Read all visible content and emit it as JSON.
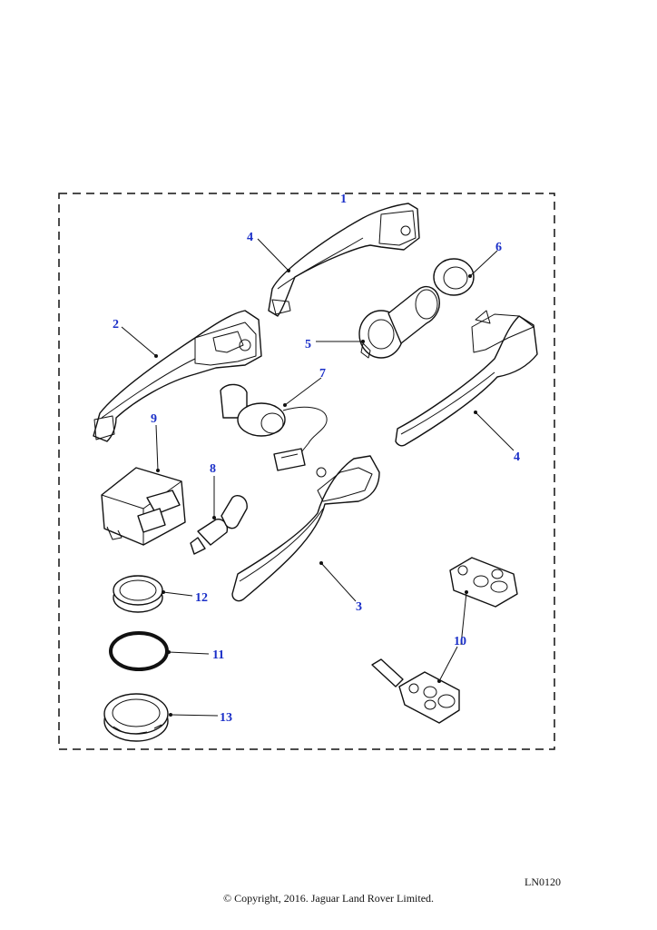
{
  "diagram": {
    "callouts": [
      {
        "id": "c1",
        "label": "1"
      },
      {
        "id": "c2",
        "label": "2"
      },
      {
        "id": "c3",
        "label": "3"
      },
      {
        "id": "c4a",
        "label": "4"
      },
      {
        "id": "c4b",
        "label": "4"
      },
      {
        "id": "c5",
        "label": "5"
      },
      {
        "id": "c6",
        "label": "6"
      },
      {
        "id": "c7",
        "label": "7"
      },
      {
        "id": "c8",
        "label": "8"
      },
      {
        "id": "c9",
        "label": "9"
      },
      {
        "id": "c10",
        "label": "10"
      },
      {
        "id": "c11",
        "label": "11"
      },
      {
        "id": "c12",
        "label": "12"
      },
      {
        "id": "c13",
        "label": "13"
      }
    ],
    "ref_code": "LN0120",
    "copyright": "© Copyright, 2016. Jaguar Land Rover Limited.",
    "colors": {
      "callout": "#1a2fc8",
      "line": "#111111"
    }
  }
}
